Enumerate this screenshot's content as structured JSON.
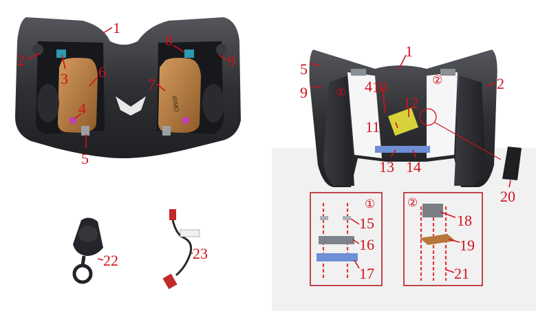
{
  "diagram": {
    "colors": {
      "callout": "#d0101a",
      "housing": "#2b2c30",
      "housing_light": "#4a4b50",
      "cover": "#b8773a",
      "bracket": "#6f8fd6",
      "switch": "#d8d23a"
    },
    "callouts": [
      {
        "id": "c1",
        "text": "1"
      },
      {
        "id": "c2",
        "text": "2"
      },
      {
        "id": "c3",
        "text": "3"
      },
      {
        "id": "c4",
        "text": "4"
      },
      {
        "id": "c5",
        "text": "5"
      },
      {
        "id": "c6",
        "text": "6"
      },
      {
        "id": "c7",
        "text": "7"
      },
      {
        "id": "c8",
        "text": "8"
      },
      {
        "id": "c9",
        "text": "9"
      },
      {
        "id": "r1",
        "text": "1"
      },
      {
        "id": "r2",
        "text": "2"
      },
      {
        "id": "r4",
        "text": "4"
      },
      {
        "id": "r5",
        "text": "5"
      },
      {
        "id": "r9",
        "text": "9"
      },
      {
        "id": "r10",
        "text": "10"
      },
      {
        "id": "r11",
        "text": "11"
      },
      {
        "id": "r12",
        "text": "12"
      },
      {
        "id": "r13",
        "text": "13"
      },
      {
        "id": "r14",
        "text": "14"
      },
      {
        "id": "c15",
        "text": "15"
      },
      {
        "id": "c16",
        "text": "16"
      },
      {
        "id": "c17",
        "text": "17"
      },
      {
        "id": "c18",
        "text": "18"
      },
      {
        "id": "c19",
        "text": "19"
      },
      {
        "id": "c20",
        "text": "20"
      },
      {
        "id": "c21",
        "text": "21"
      },
      {
        "id": "c22",
        "text": "22"
      },
      {
        "id": "c23",
        "text": "23"
      }
    ],
    "circled_markers": [
      {
        "id": "m1",
        "text": "①"
      },
      {
        "id": "m2",
        "text": "②"
      },
      {
        "id": "m1b",
        "text": "①"
      },
      {
        "id": "m2b",
        "text": "②"
      }
    ],
    "cover_logo": "IRMO"
  }
}
